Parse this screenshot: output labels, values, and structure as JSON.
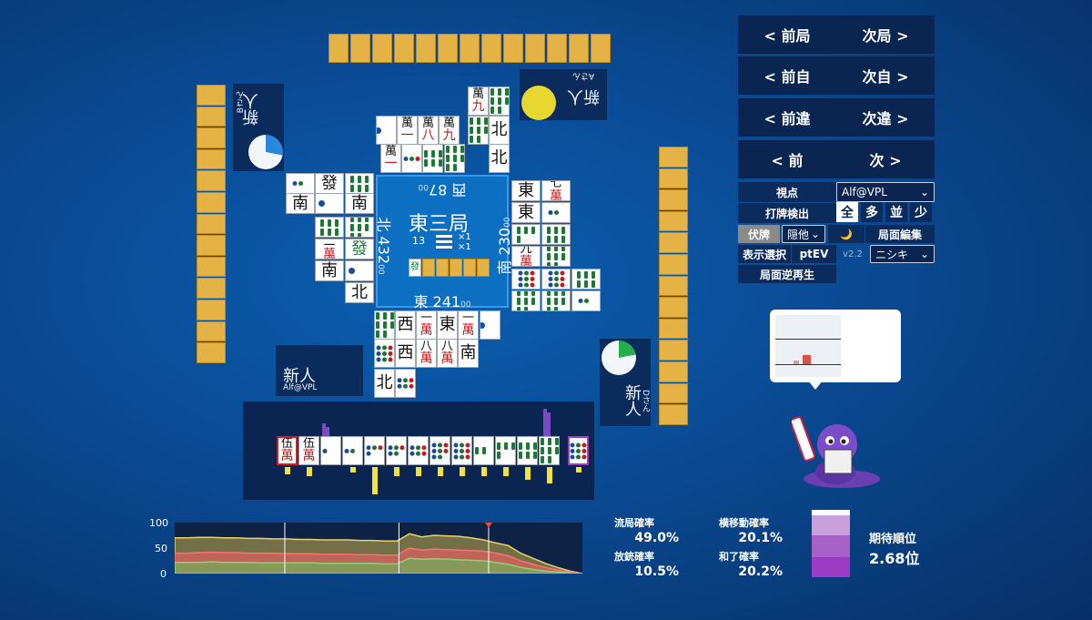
{
  "round": {
    "name": "東三局",
    "honba": "13",
    "kyotaku_multiplier": "×1",
    "honba_multiplier": "×1"
  },
  "scores": {
    "north": {
      "wind": "北",
      "score": "432",
      "suffix": "00"
    },
    "west": {
      "wind": "西",
      "score": "87",
      "suffix": "00"
    },
    "south": {
      "wind": "南",
      "score": "230",
      "suffix": "00"
    },
    "east": {
      "wind": "東",
      "score": "241",
      "suffix": "00"
    }
  },
  "dora_indicator": "發",
  "players": {
    "self": {
      "name": "新人",
      "sub": "Alf@VPL"
    },
    "left": {
      "name": "新人",
      "sub": "Bさん"
    },
    "top": {
      "name": "新人",
      "sub": "Aさん"
    },
    "right": {
      "name": "新人",
      "sub": "Dさん"
    }
  },
  "nav": {
    "prev_round": "< 前局",
    "next_round": "次局 >",
    "prev_self": "< 前自",
    "next_self": "次自 >",
    "prev_diff": "< 前違",
    "next_diff": "次違 >",
    "prev": "< 前",
    "next": "次 >"
  },
  "settings": {
    "viewpoint_label": "視点",
    "viewpoint_value": "Alf@VPL",
    "discard_detect_label": "打牌検出",
    "detect_levels": [
      "全",
      "多",
      "並",
      "少"
    ],
    "hidden_label": "伏牌",
    "hidden_value": "隠他",
    "moon_icon": "🌙",
    "edit_label": "局面編集",
    "display_label": "表示選択",
    "ptev_label": "ptEV",
    "version": "v2.2",
    "model_value": "ニシキ",
    "replay_label": "局面逆再生"
  },
  "hand": [
    "伍萬",
    "伍萬",
    "1p",
    "2p",
    "4p",
    "5p",
    "6p",
    "8p",
    "9p",
    "1s",
    "2s",
    "3s",
    "4s",
    "9p"
  ],
  "hand_display": [
    {
      "top": "伍",
      "bottom": "萬",
      "type": "man",
      "red": true
    },
    {
      "top": "伍",
      "bottom": "萬",
      "type": "man"
    },
    {
      "type": "pin",
      "n": 1
    },
    {
      "type": "pin",
      "n": 2
    },
    {
      "type": "pin",
      "n": 4
    },
    {
      "type": "pin",
      "n": 5
    },
    {
      "type": "pin",
      "n": 6
    },
    {
      "type": "pin",
      "n": 8
    },
    {
      "type": "pin",
      "n": 9
    },
    {
      "type": "bam",
      "n": 1
    },
    {
      "type": "bam",
      "n": 2
    },
    {
      "type": "bam",
      "n": 3
    },
    {
      "type": "bam",
      "n": 4
    },
    {
      "type": "pin",
      "n": 9,
      "drawn": true
    }
  ],
  "stats": {
    "ryukyoku_label": "流局確率",
    "ryukyoku_value": "49.0%",
    "yoko_label": "横移動確率",
    "yoko_value": "20.1%",
    "houju_label": "放銃確率",
    "houju_value": "10.5%",
    "agari_label": "和了確率",
    "agari_value": "20.2%",
    "rank_label": "期待順位",
    "rank_value": "2.68位"
  },
  "chart_data": {
    "type": "area",
    "y_ticks": [
      "100",
      "50",
      "0"
    ],
    "ylim": [
      0,
      100
    ],
    "series": [
      {
        "values": [
          70,
          70,
          71,
          71,
          70,
          70,
          69,
          69,
          68,
          68,
          67,
          67,
          66,
          66,
          66,
          65,
          65,
          64,
          64,
          78,
          72,
          75,
          74,
          73,
          70,
          66,
          60,
          55,
          40,
          30,
          20,
          12,
          5,
          0
        ],
        "color": "#c8b04a"
      },
      {
        "values": [
          40,
          40,
          41,
          42,
          41,
          41,
          40,
          40,
          40,
          39,
          39,
          39,
          38,
          38,
          38,
          37,
          37,
          36,
          36,
          50,
          46,
          48,
          47,
          46,
          45,
          44,
          40,
          35,
          25,
          18,
          12,
          7,
          3,
          0
        ],
        "color": "#e06060"
      },
      {
        "values": [
          22,
          22,
          22,
          23,
          22,
          22,
          22,
          21,
          21,
          21,
          21,
          21,
          20,
          20,
          20,
          20,
          20,
          19,
          19,
          30,
          28,
          29,
          28,
          27,
          26,
          25,
          22,
          18,
          12,
          8,
          5,
          3,
          1,
          0
        ],
        "color": "#6fae5a"
      }
    ],
    "markers": [
      0.27,
      0.55,
      0.77
    ]
  },
  "colors": {
    "wall": "#e5b245",
    "panel": "#0a2552",
    "accent_purple": "#9b3cc4"
  }
}
